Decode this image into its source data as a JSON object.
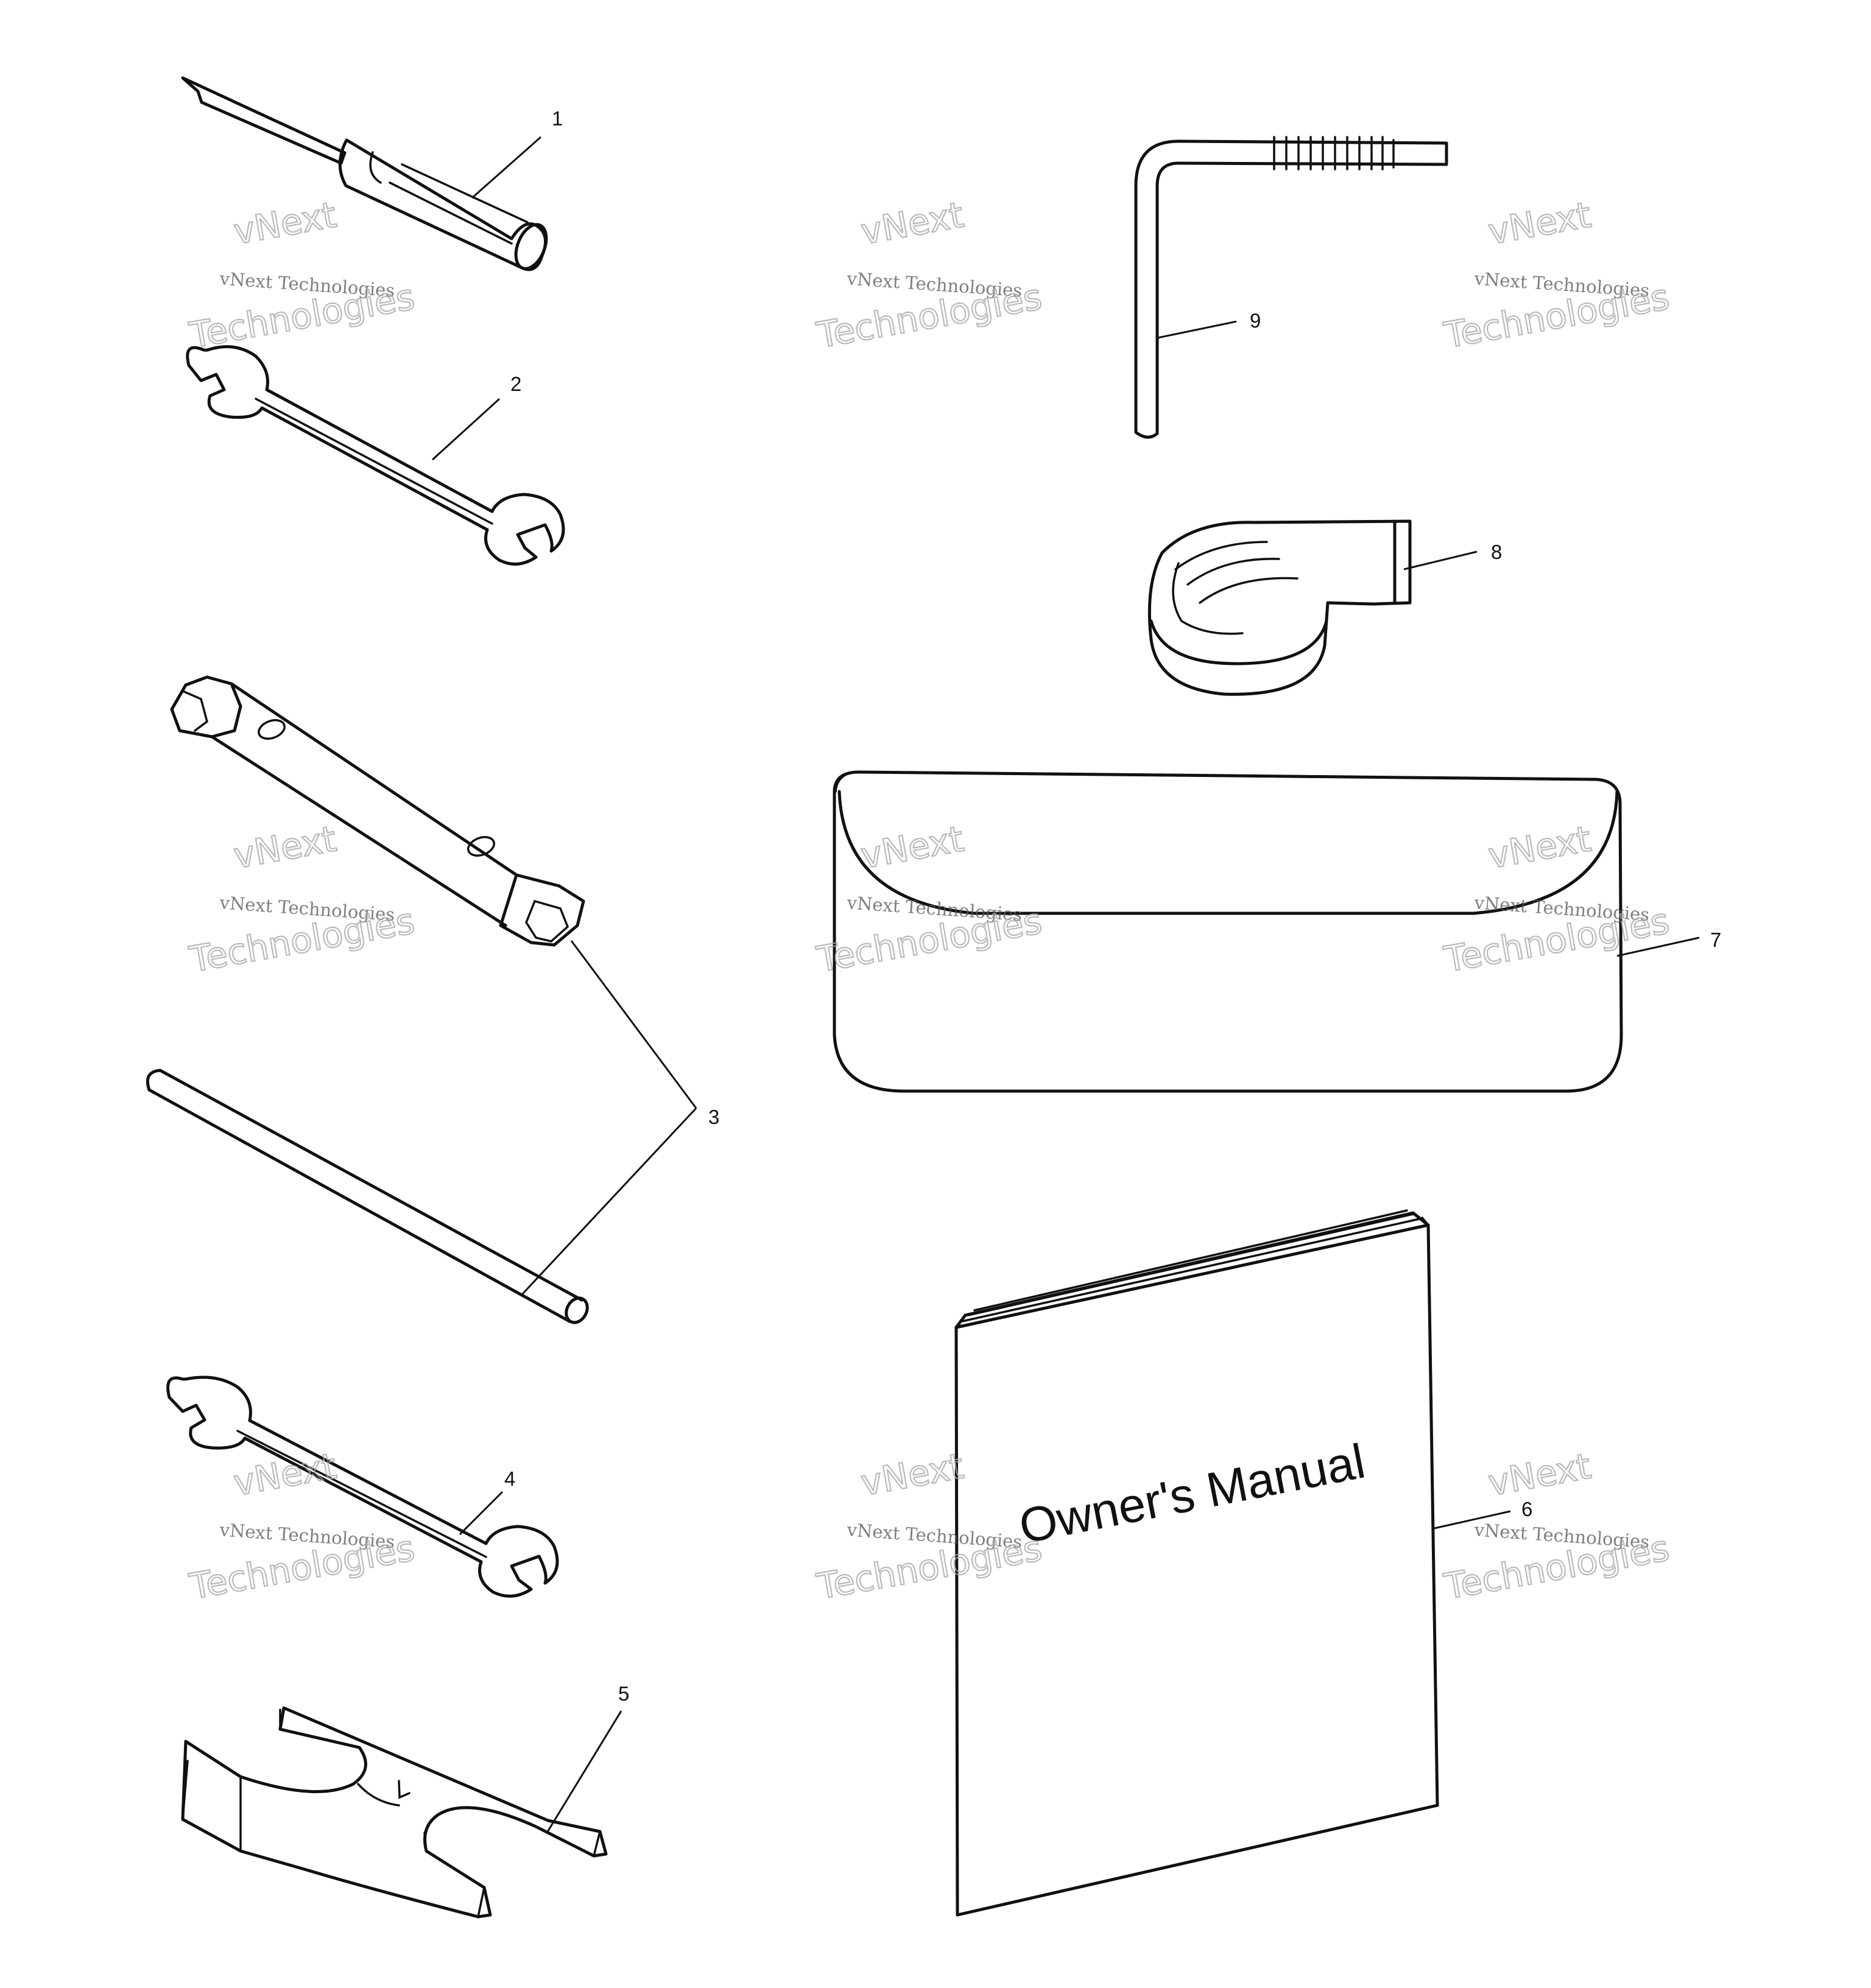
{
  "callouts": [
    "1",
    "2",
    "3",
    "4",
    "5",
    "6",
    "7",
    "8",
    "9"
  ],
  "manual_title": "Owner's Manual",
  "watermark": {
    "brand": "vNext",
    "caption": "vNext Technologies",
    "word": "Technologies"
  }
}
